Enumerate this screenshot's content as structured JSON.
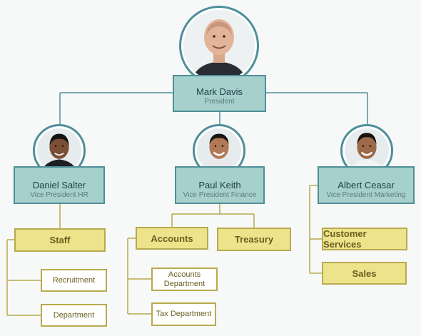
{
  "president": {
    "name": "Mark Davis",
    "role": "President"
  },
  "vps": [
    {
      "name": "Daniel Salter",
      "role": "Vice President HR"
    },
    {
      "name": "Paul Keith",
      "role": "Vice President Finance"
    },
    {
      "name": "Albert Ceasar",
      "role": "Vice President Marketing"
    }
  ],
  "departments": {
    "staff": "Staff",
    "recruitment": "Recruitment",
    "department": "Department",
    "accounts": "Accounts",
    "treasury": "Treasury",
    "accounts_department": "Accounts Department",
    "tax_department": "Tax Department",
    "customer_services": "Customer Services",
    "sales": "Sales"
  },
  "colors": {
    "teal_box": "#a6d0cc",
    "teal_border": "#4f8f99",
    "yellow_box": "#ece38b",
    "olive_line": "#b7aa4e"
  }
}
